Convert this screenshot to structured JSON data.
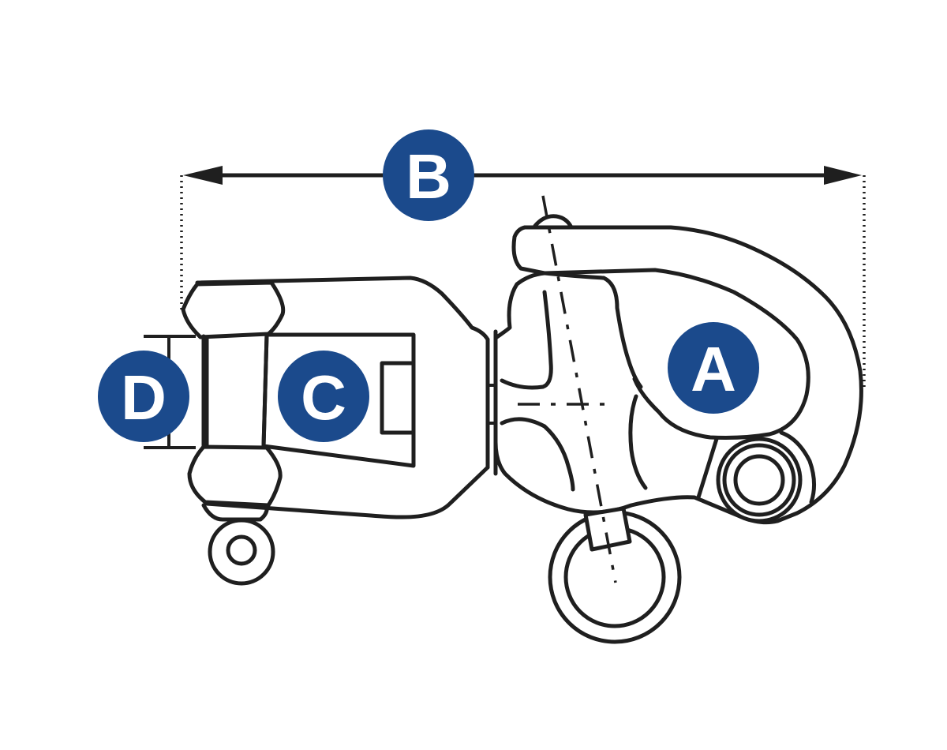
{
  "colors": {
    "badge_fill": "#1b4a8c",
    "badge_text": "#ffffff",
    "line": "#1f1f1f",
    "background": "#ffffff"
  },
  "labels": {
    "a": "A",
    "b": "B",
    "c": "C",
    "d": "D"
  }
}
